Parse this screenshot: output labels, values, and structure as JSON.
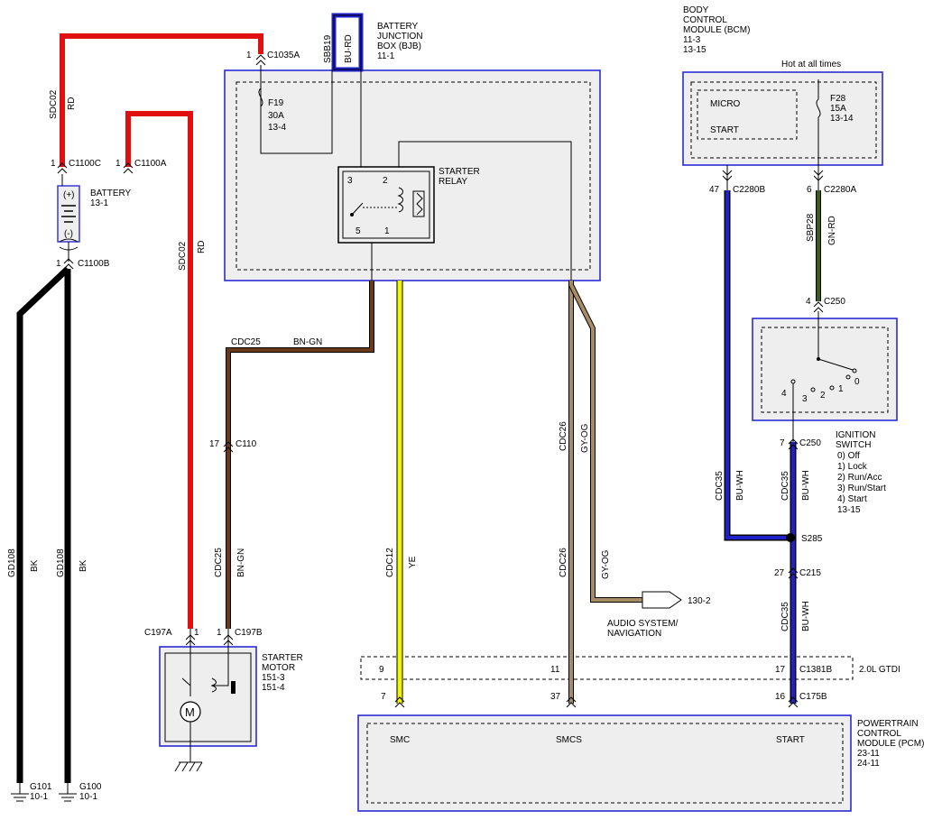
{
  "modules": {
    "bjb": {
      "name_lines": [
        "BATTERY",
        "JUNCTION",
        "BOX (BJB)",
        "11-1"
      ]
    },
    "bcm": {
      "name_lines": [
        "BODY",
        "CONTROL",
        "MODULE (BCM)",
        "11-3",
        "13-15"
      ],
      "hot_note": "Hot at all times",
      "micro_label": "MICRO",
      "start_label": "START"
    },
    "pcm": {
      "name_lines": [
        "POWERTRAIN",
        "CONTROL",
        "MODULE (PCM)",
        "23-11",
        "24-11"
      ],
      "pins": [
        "SMC",
        "SMCS",
        "START"
      ]
    },
    "starter_relay": {
      "name_lines": [
        "STARTER",
        "RELAY"
      ],
      "pins": [
        "3",
        "2",
        "5",
        "1"
      ]
    },
    "starter_motor": {
      "name_lines": [
        "STARTER",
        "MOTOR",
        "151-3",
        "151-4"
      ],
      "motor_symbol": "M"
    },
    "battery": {
      "name_lines": [
        "BATTERY",
        "13-1"
      ],
      "plus": "(+)",
      "minus": "(-)"
    },
    "ignition_switch": {
      "name_lines": [
        "IGNITION",
        "SWITCH",
        "0) Off",
        "1) Lock",
        "2) Run/Acc",
        "3) Run/Start",
        "4) Start",
        "13-15"
      ],
      "positions": [
        "4",
        "3",
        "2",
        "1",
        "0"
      ]
    },
    "audio": {
      "name_lines": [
        "AUDIO SYSTEM/",
        "NAVIGATION"
      ],
      "ref": "130-2"
    },
    "engine_option": "2.0L GTDI"
  },
  "fuses": {
    "f19": [
      "F19",
      "30A",
      "13-4"
    ],
    "f28": [
      "F28",
      "15A",
      "13-14"
    ]
  },
  "connectors": {
    "c1035a": {
      "pin": "1",
      "name": "C1035A"
    },
    "c1100c": {
      "pin": "1",
      "name": "C1100C"
    },
    "c1100a": {
      "pin": "1",
      "name": "C1100A"
    },
    "c1100b": {
      "pin": "1",
      "name": "C1100B"
    },
    "c110": {
      "pin": "17",
      "name": "C110"
    },
    "c197a": {
      "pin": "1",
      "name": "C197A"
    },
    "c197b": {
      "pin": "1",
      "name": "C197B"
    },
    "c2280b": {
      "pin": "47",
      "name": "C2280B"
    },
    "c2280a": {
      "pin": "6",
      "name": "C2280A"
    },
    "c250_top": {
      "pin": "4",
      "name": "C250"
    },
    "c250_bottom": {
      "pin": "7",
      "name": "C250"
    },
    "s285": {
      "name": "S285"
    },
    "c215": {
      "pin": "27",
      "name": "C215"
    },
    "c1381b": {
      "pins": [
        "9",
        "11",
        "17"
      ],
      "name": "C1381B"
    },
    "c175b": {
      "pins": [
        "7",
        "37",
        "16"
      ],
      "name": "C175B"
    }
  },
  "grounds": {
    "g101": [
      "G101",
      "10-1"
    ],
    "g100": [
      "G100",
      "10-1"
    ]
  },
  "circuits": {
    "sdc02_top": {
      "id": "SDC02",
      "color": "RD"
    },
    "sdc02_mid": {
      "id": "SDC02",
      "color": "RD"
    },
    "sbb19": {
      "id": "SBB19",
      "color": "BU-RD"
    },
    "cdc25_top": {
      "id": "CDC25",
      "color": "BN-GN"
    },
    "cdc25_mid": {
      "id": "CDC25",
      "color": "BN-GN"
    },
    "gd108_left": {
      "id": "GD108",
      "color": "BK"
    },
    "gd108_right": {
      "id": "GD108",
      "color": "BK"
    },
    "cdc12": {
      "id": "CDC12",
      "color": "YE"
    },
    "cdc26_top": {
      "id": "CDC26",
      "color": "GY-OG"
    },
    "cdc26_bot": {
      "id": "CDC26",
      "color": "GY-OG"
    },
    "sbp28": {
      "id": "SBP28",
      "color": "GN-RD"
    },
    "cdc35_left": {
      "id": "CDC35",
      "color": "BU-WH"
    },
    "cdc35_mid": {
      "id": "CDC35",
      "color": "BU-WH"
    },
    "cdc35_bot": {
      "id": "CDC35",
      "color": "BU-WH"
    }
  },
  "wire_colors": {
    "red": "#e01010",
    "black": "#000000",
    "brown": "#6b3a1a",
    "yellow": "#f4f400",
    "tan": "#a88c64",
    "green": "#3d5b1f",
    "blue": "#2020cc",
    "module_border": "#2b2bd6",
    "module_fill": "#eeeeee"
  }
}
